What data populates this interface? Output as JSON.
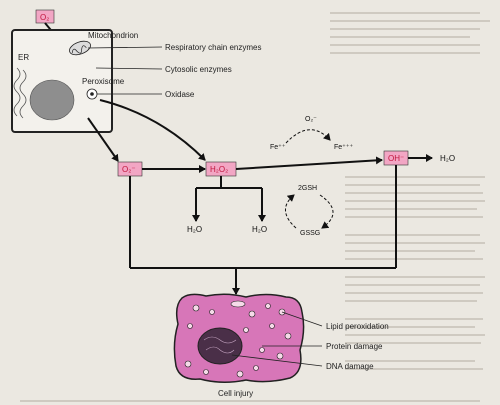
{
  "diagram": {
    "nodes": {
      "o2_top": "O₂",
      "o2_radical": "O₂⁻",
      "h2o2": "H₂O₂",
      "oh_radical": "OH⁻",
      "h2o_right": "H₂O",
      "h2o_left": "H₂O",
      "h2o_mid": "H₂O"
    },
    "cell": {
      "er": "ER",
      "mitochondrion": "Mitochondrion",
      "peroxisome": "Peroxisome",
      "oxidase": "Oxidase",
      "respiratory": "Respiratory chain enzymes",
      "cytosolic": "Cytosolic enzymes"
    },
    "fenton": {
      "o2_cycle": "O₂⁻",
      "fe2": "Fe⁺⁺",
      "fe3": "Fe⁺⁺⁺"
    },
    "glutathione": {
      "gsh": "2GSH",
      "gssg": "GSSG"
    },
    "injury": {
      "lipid": "Lipid peroxidation",
      "protein": "Protein damage",
      "dna": "DNA damage",
      "caption": "Cell injury"
    }
  },
  "colors": {
    "pink_box": "#f2a6c4",
    "cell_fill": "#d776b8"
  }
}
